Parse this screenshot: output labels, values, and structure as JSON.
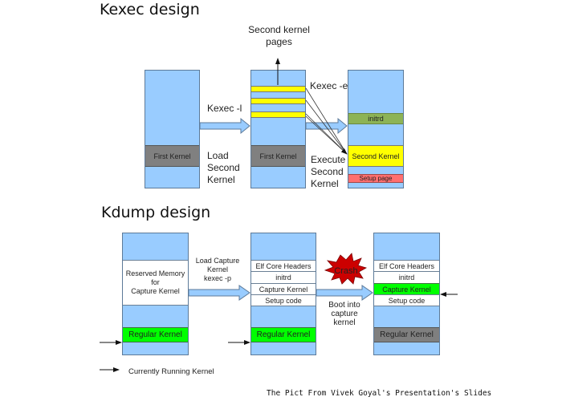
{
  "kexec": {
    "title": "Kexec design",
    "second_kernel_pages_label": [
      "Second kernel",
      "pages"
    ],
    "kexec_l_label": "Kexec -l",
    "kexec_e_label": "Kexec -e",
    "load_second_kernel_label": [
      "Load",
      "Second",
      "Kernel"
    ],
    "execute_second_kernel_label": [
      "Execute",
      "Second",
      "Kernel"
    ],
    "box1": {
      "first_kernel": "First Kernel"
    },
    "box2": {
      "first_kernel": "First Kernel"
    },
    "box3": {
      "initrd": "initrd",
      "second_kernel": "Second Kernel",
      "setup_page": "Setup page"
    }
  },
  "kdump": {
    "title": "Kdump design",
    "box1": {
      "reserved": [
        "Reserved Memory",
        "for",
        "Capture Kernel"
      ],
      "regular_kernel": "Regular Kernel"
    },
    "load_capture_label": [
      "Load Capture",
      "Kernel",
      "kexec -p"
    ],
    "box2": {
      "rows": [
        "Elf Core Headers",
        "initrd",
        "Capture Kernel",
        "Setup code"
      ],
      "regular_kernel": "Regular Kernel"
    },
    "crash_label": "Crash",
    "boot_label": [
      "Boot into",
      "capture",
      "kernel"
    ],
    "box3": {
      "rows": [
        "Elf Core Headers",
        "initrd",
        "Capture Kernel",
        "Setup code"
      ],
      "regular_kernel": "Regular Kernel"
    },
    "legend_label": "Currently Running Kernel"
  },
  "caption": "The Pict From Vivek Goyal's Presentation's Slides",
  "colors": {
    "memory": "#99ccff",
    "kernel_gray": "#808080",
    "page_yellow": "#ffff00",
    "initrd_green": "#8db356",
    "setup_red": "#ff6f6f",
    "running_green": "#00ff00",
    "crash_red": "#cc0000"
  }
}
